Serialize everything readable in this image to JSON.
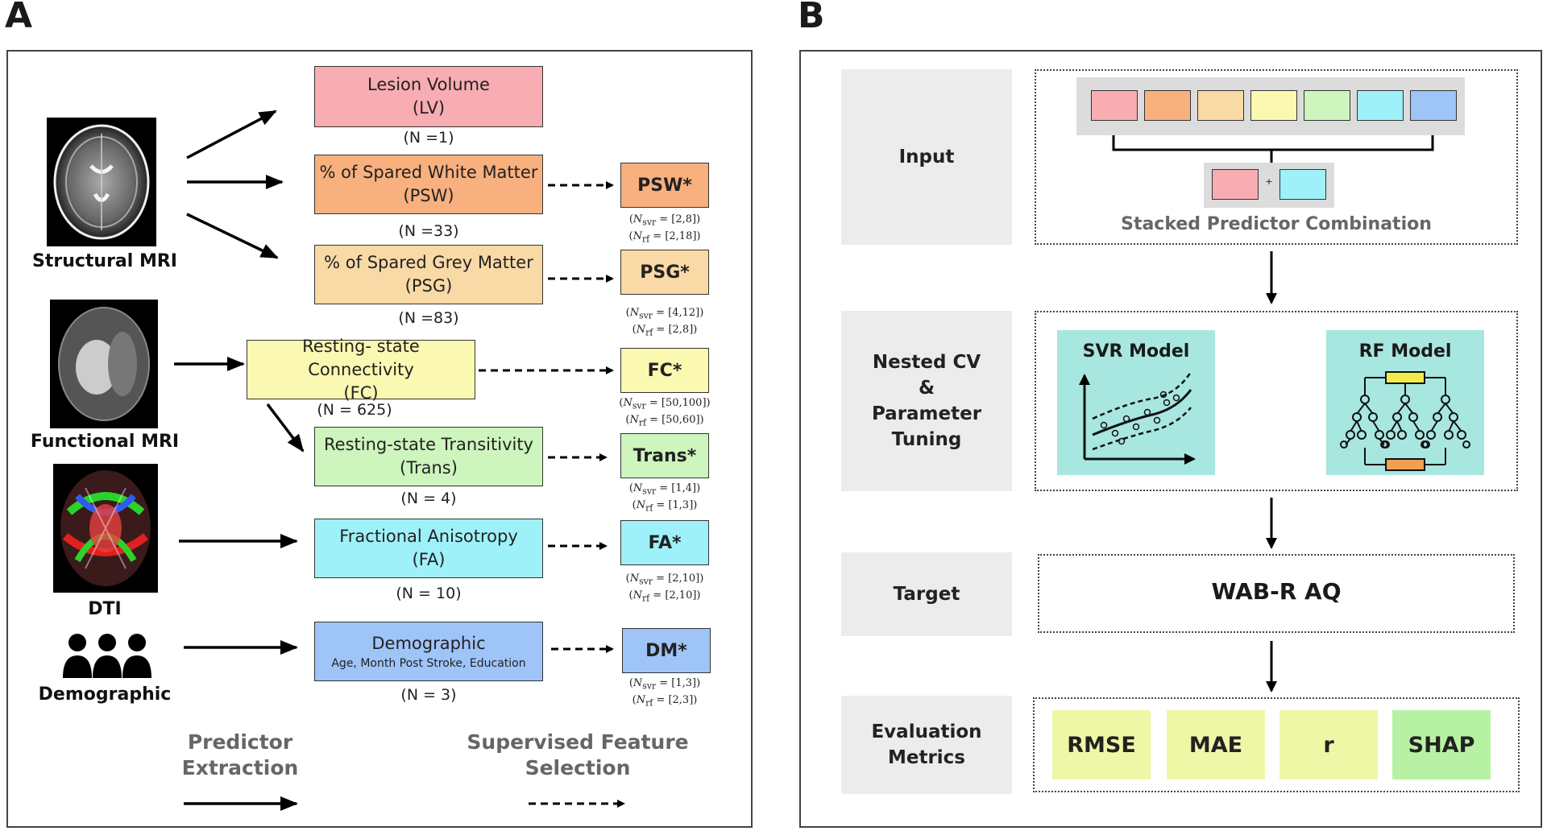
{
  "panels": {
    "a_letter": "A",
    "b_letter": "B"
  },
  "panel_a": {
    "modalities": {
      "structural": "Structural MRI",
      "functional": "Functional MRI",
      "dti": "DTI",
      "demographic": "Demographic"
    },
    "predictors": {
      "lv": {
        "title": "Lesion Volume",
        "abbr": "(LV)",
        "count": "(N =1)",
        "color": "#f7adb2"
      },
      "psw": {
        "title": "% of Spared White Matter",
        "abbr": "(PSW)",
        "count": "(N =33)",
        "color": "#f8b07e"
      },
      "psg": {
        "title": "% of Spared Grey Matter",
        "abbr": "(PSG)",
        "count": "(N =83)",
        "color": "#f9d9a6"
      },
      "fc": {
        "title": "Resting- state Connectivity",
        "abbr": "(FC)",
        "count": "(N = 625)",
        "color": "#fbf8b1"
      },
      "trans": {
        "title": "Resting-state Transitivity",
        "abbr": "(Trans)",
        "count": "(N = 4)",
        "color": "#cdf5bd"
      },
      "fa": {
        "title": "Fractional Anisotropy",
        "abbr": "(FA)",
        "count": "(N = 10)",
        "color": "#9ef1f8"
      },
      "dm": {
        "title": "Demographic",
        "sub": "Age, Month Post Stroke, Education",
        "count": "(N = 3)",
        "color": "#9ec4f8"
      }
    },
    "selected": {
      "psw": {
        "label": "PSW*",
        "svr": "= [2,8])",
        "rf": "= [2,18])"
      },
      "psg": {
        "label": "PSG*",
        "svr": "= [4,12])",
        "rf": "= [2,8])"
      },
      "fc": {
        "label": "FC*",
        "svr": "= [50,100])",
        "rf": "= [50,60])"
      },
      "trans": {
        "label": "Trans*",
        "svr": "= [1,4])",
        "rf": "= [1,3])"
      },
      "fa": {
        "label": "FA*",
        "svr": "= [2,10])",
        "rf": "= [2,10])"
      },
      "dm": {
        "label": "DM*",
        "svr": "= [1,3])",
        "rf": "= [2,3])"
      }
    },
    "n_symbol": "N",
    "sub_svr": "svr",
    "sub_rf": "rf",
    "legend": {
      "extraction_line1": "Predictor",
      "extraction_line2": "Extraction",
      "selection_line1": "Supervised Feature",
      "selection_line2": "Selection"
    }
  },
  "panel_b": {
    "stages": {
      "input": "Input",
      "nested_line1": "Nested CV",
      "nested_line2": "&",
      "nested_line3": "Parameter",
      "nested_line4": "Tuning",
      "target": "Target",
      "eval_line1": "Evaluation",
      "eval_line2": "Metrics"
    },
    "stack_label": "Stacked Predictor Combination",
    "plus": "+",
    "svr_model": "SVR Model",
    "rf_model": "RF Model",
    "target_value": "WAB-R AQ",
    "metrics": [
      {
        "label": "RMSE",
        "color": "#eef7a6"
      },
      {
        "label": "MAE",
        "color": "#eef7a6"
      },
      {
        "label": "r",
        "color": "#eef7a6"
      },
      {
        "label": "SHAP",
        "color": "#b7f2a4"
      }
    ],
    "colors": {
      "model_bg": "#a8e6e0",
      "stage_bg": "#ececec",
      "chip_pink": "#f7adb2",
      "chip_orange": "#f8b07e",
      "chip_peach": "#f9d9a6",
      "chip_yellow": "#fbf8b1",
      "chip_green": "#cdf5bd",
      "chip_cyan": "#9ef1f8",
      "chip_blue": "#9ec4f8",
      "rf_top": "#f3ea4c",
      "rf_bottom": "#f0a050"
    }
  }
}
